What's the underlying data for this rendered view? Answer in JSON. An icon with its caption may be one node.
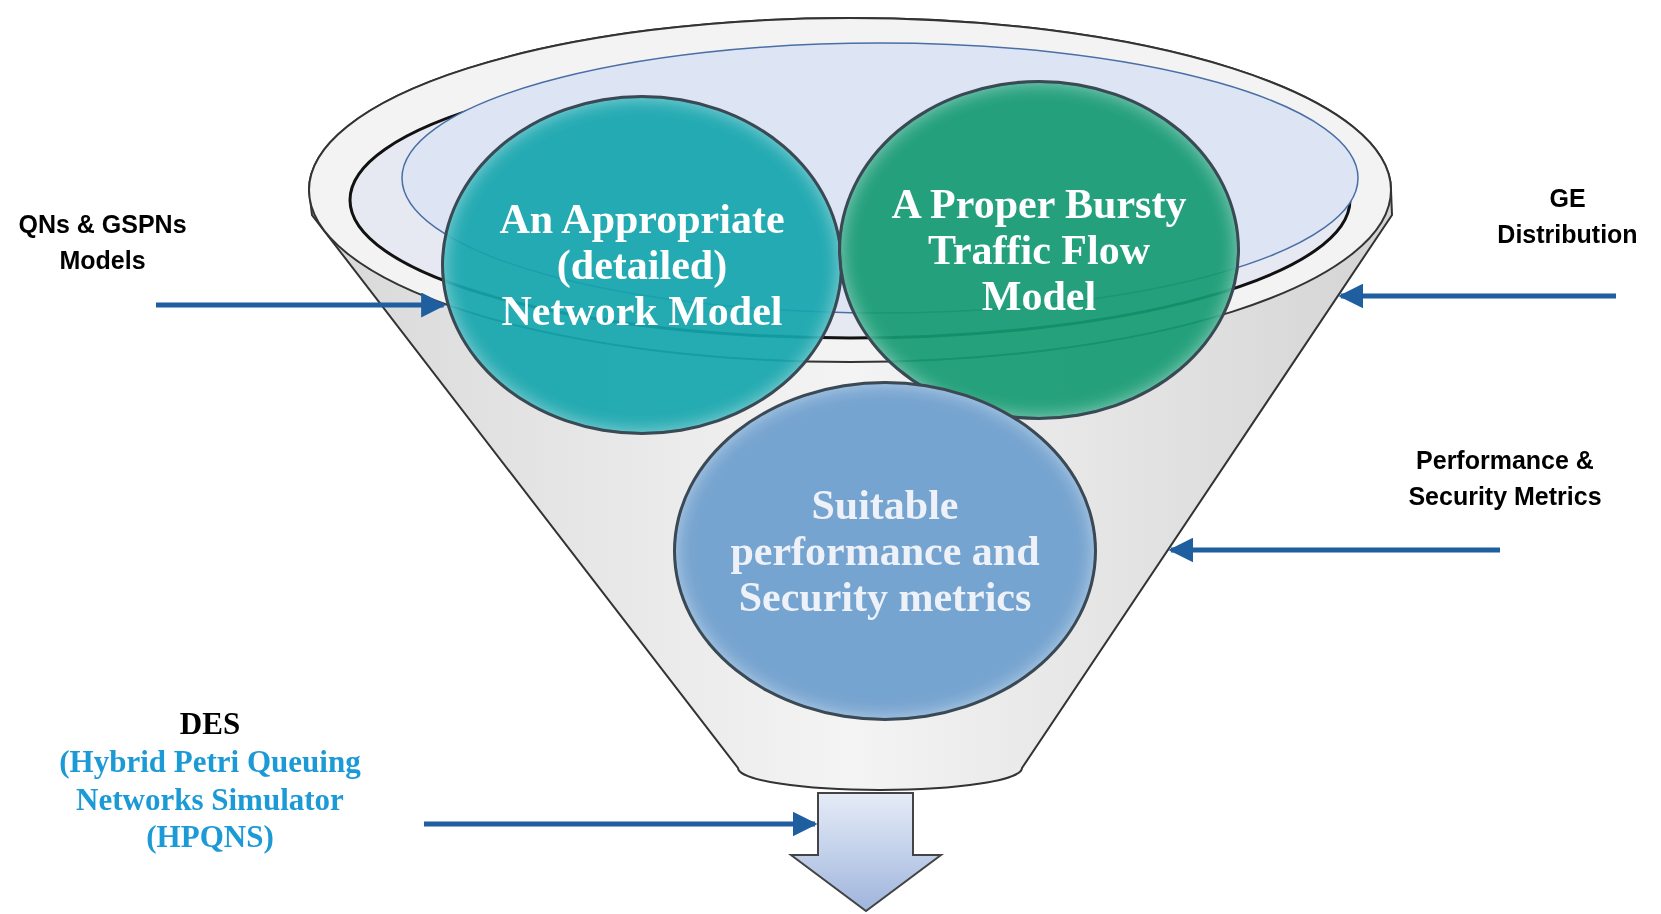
{
  "diagram": {
    "nodes": [
      {
        "text": [],
        "shape": "funnel"
      },
      {
        "text": [
          "QNs & GSPNs Models"
        ]
      },
      {
        "text": [
          "An Appropriate (detailed) Network Model"
        ],
        "in": 0
      },
      {
        "text": [
          "A Proper Bursty Traffic Flow Model"
        ],
        "in": 0
      },
      {
        "text": [
          "GE Distribution"
        ]
      },
      {
        "text": [
          "Performance & Security Metrics"
        ]
      },
      {
        "text": [
          "Suitable performance and Security metrics"
        ],
        "in": 0
      },
      {
        "text": [
          "DES",
          "(Hybrid Petri Queuing Networks Simulator (HPQNS)"
        ]
      },
      {
        "text": [],
        "shape": "arrow"
      }
    ],
    "edges": [
      {
        "from": 1,
        "to": 2,
        "arrow": "to"
      },
      {
        "from": 4,
        "to": 0,
        "arrow": "to"
      },
      {
        "from": 5,
        "to": 0,
        "arrow": "to"
      },
      {
        "from": 7,
        "to": 8,
        "arrow": "to"
      }
    ]
  }
}
